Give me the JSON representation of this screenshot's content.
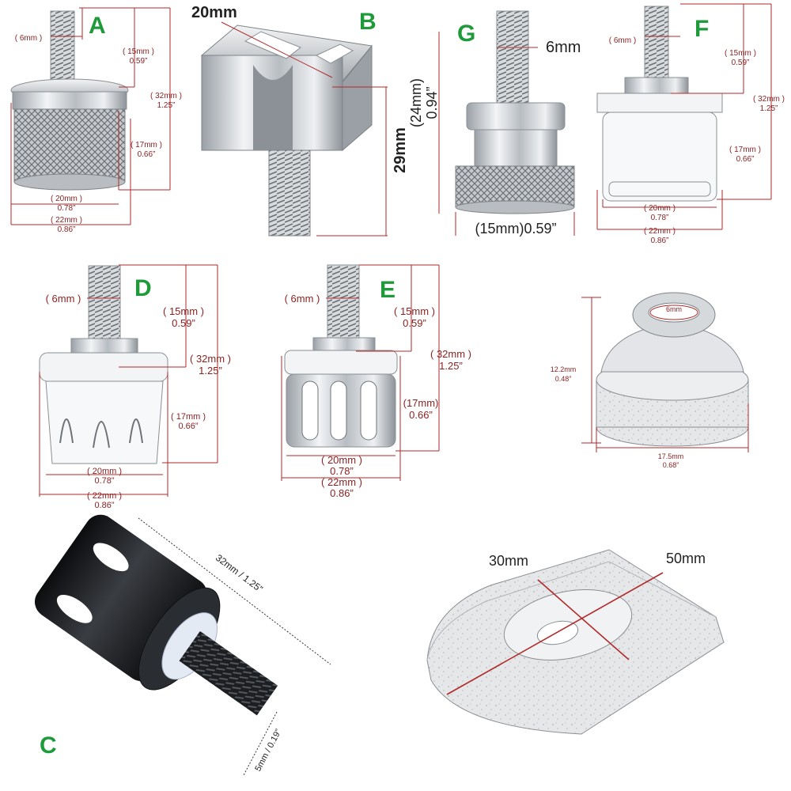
{
  "panels": {
    "A": {
      "letter": "A",
      "labels": [
        "( 6mm )",
        "( 15mm )",
        "0.59”",
        "( 32mm )",
        "1.25”",
        "( 17mm )",
        "0.66”",
        "( 20mm )",
        "0.78”",
        "( 22mm )",
        "0.86”"
      ]
    },
    "B": {
      "letter": "B",
      "labels": [
        "20mm",
        "29mm"
      ]
    },
    "G": {
      "letter": "G",
      "labels": [
        "6mm",
        "(24mm)",
        "0.94”",
        "(15mm)0.59”"
      ]
    },
    "F": {
      "letter": "F",
      "labels": [
        "( 6mm )",
        "( 15mm )",
        "0.59”",
        "( 32mm )",
        "1.25”",
        "( 17mm )",
        "0.66”",
        "( 20mm )",
        "0.78”",
        "( 22mm )",
        "0.86”"
      ]
    },
    "D": {
      "letter": "D",
      "labels": [
        "( 6mm )",
        "( 15mm )",
        "0.59”",
        "( 32mm )",
        "1.25”",
        "( 17mm )",
        "0.66”",
        "( 20mm )",
        "0.78”",
        "( 22mm )",
        "0.86”"
      ]
    },
    "E": {
      "letter": "E",
      "labels": [
        "( 6mm )",
        "( 15mm )",
        "0.59”",
        "( 32mm )",
        "1.25”",
        "(17mm)",
        "0.66”",
        "( 20mm )",
        "0.78”",
        "( 22mm )",
        "0.86”"
      ]
    },
    "nut": {
      "labels": [
        "6mm",
        "12.2mm",
        "0.48”",
        "17.5mm",
        "0.68”"
      ]
    },
    "C": {
      "letter": "C",
      "labels": [
        "32mm / 1.25”",
        "5mm / 0.19”"
      ]
    },
    "plate": {
      "labels": [
        "30mm",
        "50mm"
      ]
    }
  },
  "colors": {
    "letter": "#1e9a3a",
    "dim_line": "#b22a2a",
    "dim_text": "#8a1f1f",
    "metal": "#cfd3d8",
    "black_part": "#1b1d20"
  }
}
